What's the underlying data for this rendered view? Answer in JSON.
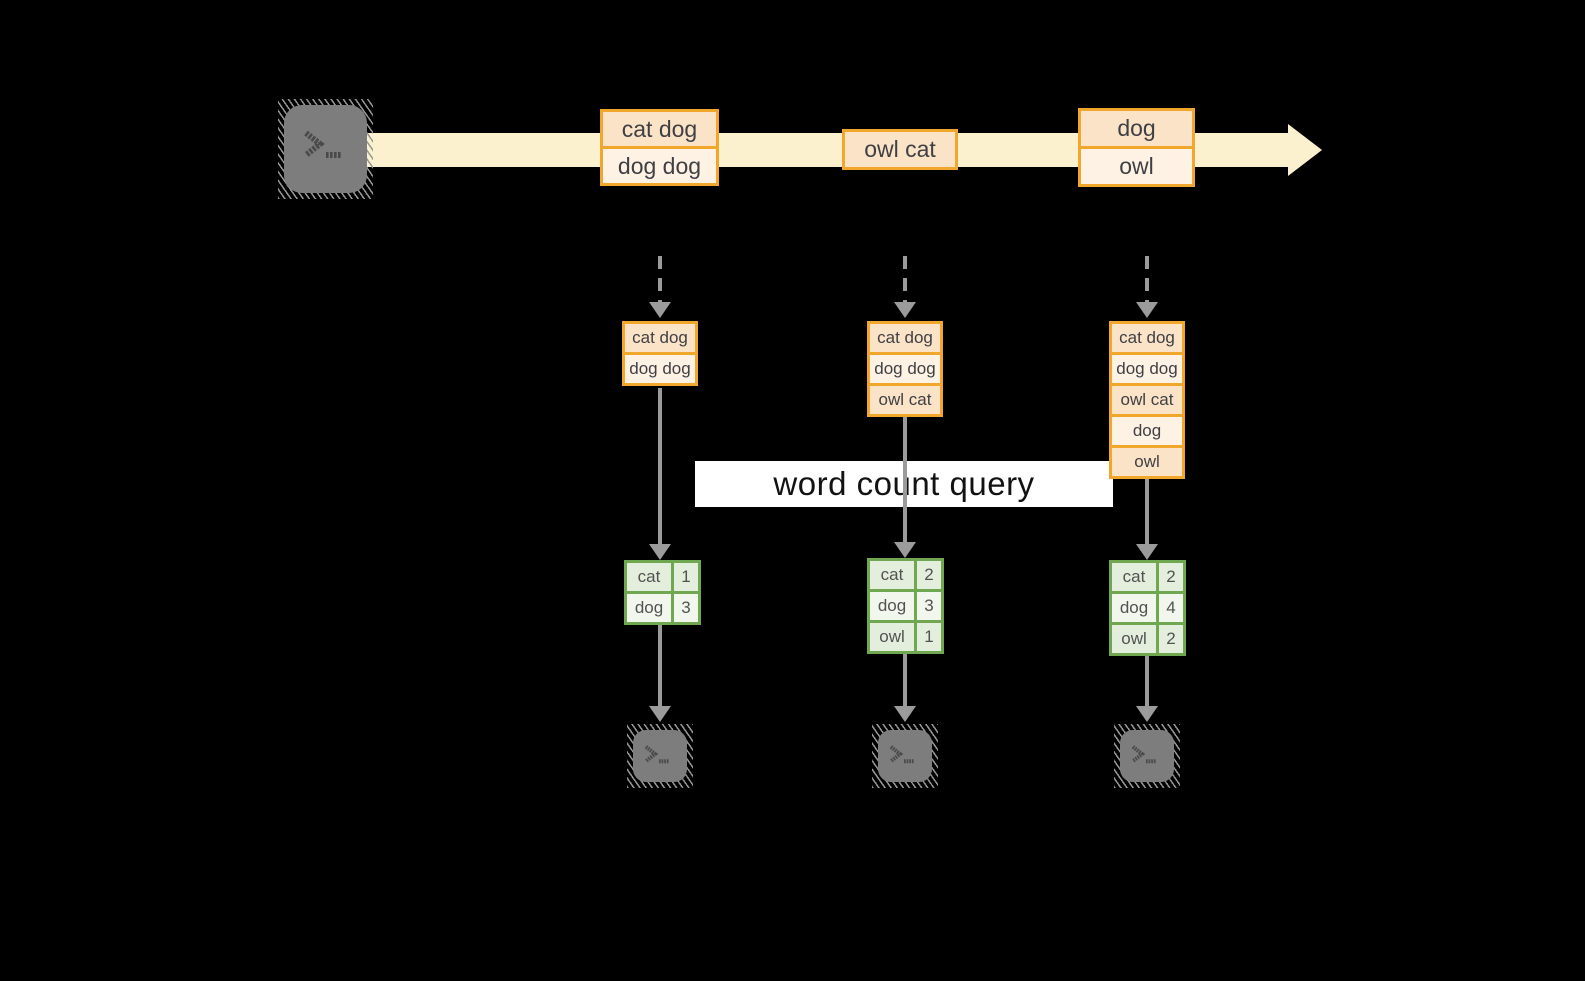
{
  "label": {
    "text": "word count query"
  },
  "stream": {
    "records": [
      {
        "rows": [
          "cat dog",
          "dog dog"
        ]
      },
      {
        "rows": [
          "owl cat"
        ]
      },
      {
        "rows": [
          "dog",
          "owl"
        ]
      }
    ]
  },
  "columns": [
    {
      "buffer": [
        "cat dog",
        "dog dog"
      ],
      "counts": [
        [
          "cat",
          "1"
        ],
        [
          "dog",
          "3"
        ]
      ]
    },
    {
      "buffer": [
        "cat dog",
        "dog dog",
        "owl cat"
      ],
      "counts": [
        [
          "cat",
          "2"
        ],
        [
          "dog",
          "3"
        ],
        [
          "owl",
          "1"
        ]
      ]
    },
    {
      "buffer": [
        "cat dog",
        "dog dog",
        "owl cat",
        "dog",
        "owl"
      ],
      "counts": [
        [
          "cat",
          "2"
        ],
        [
          "dog",
          "4"
        ],
        [
          "owl",
          "2"
        ]
      ]
    }
  ],
  "colors": {
    "background": "#000000",
    "stream_arrow": "#FCF1CE",
    "record_border": "#F1A72B",
    "record_fill_dark": "#FAE3C7",
    "record_fill_light": "#FDF2E4",
    "table_border": "#6FA850",
    "table_fill_dark": "#E4EEDD",
    "table_fill_light": "#F2F7EE",
    "arrow_gray": "#9B9B9B",
    "terminal_gray": "#7D7D7D",
    "label_background": "#FFFFFF"
  },
  "icons": {
    "terminal": "terminal-prompt-icon",
    "stream_arrow": "right-arrow",
    "flow_arrow": "down-arrow"
  }
}
